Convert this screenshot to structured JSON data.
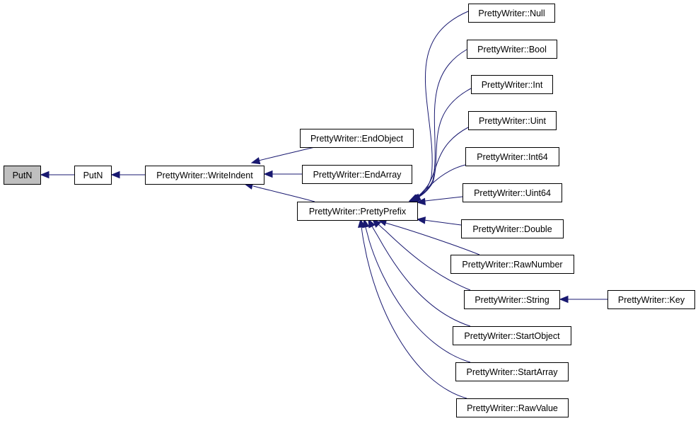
{
  "graph": {
    "edge_color": "#191970",
    "root_fill": "#bfbfbf",
    "nodes": [
      {
        "id": "putn_root",
        "label": "PutN",
        "root": true
      },
      {
        "id": "putn",
        "label": "PutN"
      },
      {
        "id": "writeindent",
        "label": "PrettyWriter::WriteIndent"
      },
      {
        "id": "endobject",
        "label": "PrettyWriter::EndObject"
      },
      {
        "id": "endarray",
        "label": "PrettyWriter::EndArray"
      },
      {
        "id": "prettyprefix",
        "label": "PrettyWriter::PrettyPrefix"
      },
      {
        "id": "null",
        "label": "PrettyWriter::Null"
      },
      {
        "id": "bool",
        "label": "PrettyWriter::Bool"
      },
      {
        "id": "int",
        "label": "PrettyWriter::Int"
      },
      {
        "id": "uint",
        "label": "PrettyWriter::Uint"
      },
      {
        "id": "int64",
        "label": "PrettyWriter::Int64"
      },
      {
        "id": "uint64",
        "label": "PrettyWriter::Uint64"
      },
      {
        "id": "double",
        "label": "PrettyWriter::Double"
      },
      {
        "id": "rawnumber",
        "label": "PrettyWriter::RawNumber"
      },
      {
        "id": "string",
        "label": "PrettyWriter::String"
      },
      {
        "id": "key",
        "label": "PrettyWriter::Key"
      },
      {
        "id": "startobject",
        "label": "PrettyWriter::StartObject"
      },
      {
        "id": "startarray",
        "label": "PrettyWriter::StartArray"
      },
      {
        "id": "rawvalue",
        "label": "PrettyWriter::RawValue"
      }
    ],
    "edges": [
      {
        "from": "putn",
        "to": "putn_root"
      },
      {
        "from": "writeindent",
        "to": "putn"
      },
      {
        "from": "endobject",
        "to": "writeindent"
      },
      {
        "from": "endarray",
        "to": "writeindent"
      },
      {
        "from": "prettyprefix",
        "to": "writeindent"
      },
      {
        "from": "null",
        "to": "prettyprefix"
      },
      {
        "from": "bool",
        "to": "prettyprefix"
      },
      {
        "from": "int",
        "to": "prettyprefix"
      },
      {
        "from": "uint",
        "to": "prettyprefix"
      },
      {
        "from": "int64",
        "to": "prettyprefix"
      },
      {
        "from": "uint64",
        "to": "prettyprefix"
      },
      {
        "from": "double",
        "to": "prettyprefix"
      },
      {
        "from": "rawnumber",
        "to": "prettyprefix"
      },
      {
        "from": "string",
        "to": "prettyprefix"
      },
      {
        "from": "startobject",
        "to": "prettyprefix"
      },
      {
        "from": "startarray",
        "to": "prettyprefix"
      },
      {
        "from": "rawvalue",
        "to": "prettyprefix"
      },
      {
        "from": "key",
        "to": "string"
      }
    ]
  }
}
